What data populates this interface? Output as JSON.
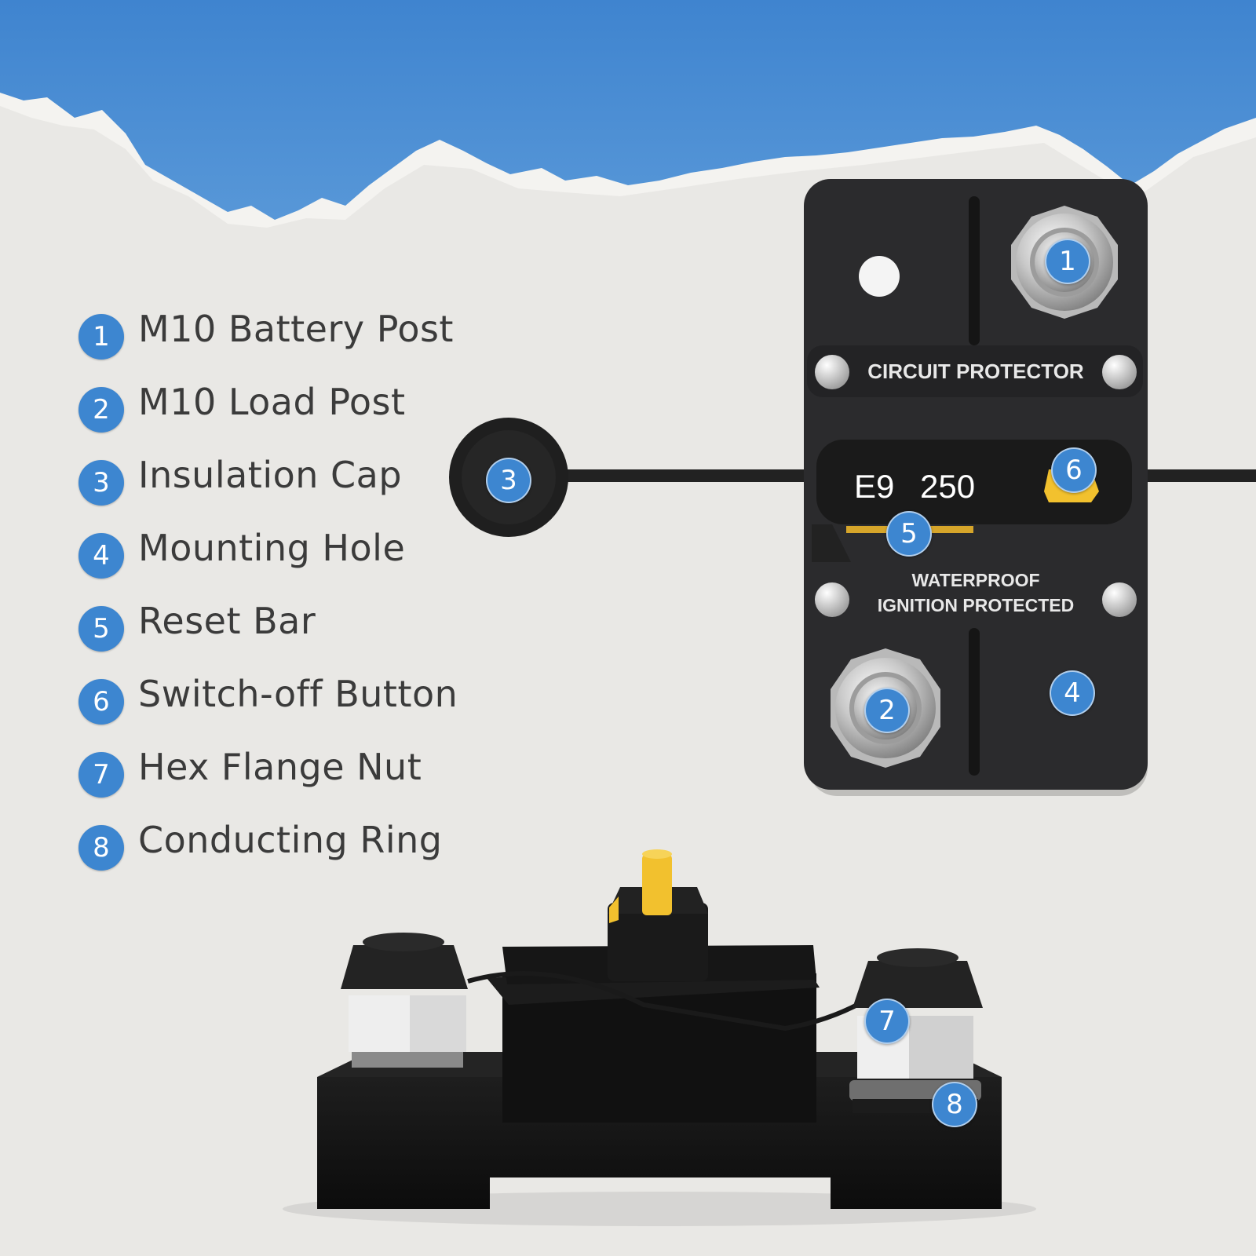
{
  "features": [
    {
      "number": "1",
      "label": "M10 Battery Post"
    },
    {
      "number": "2",
      "label": "M10 Load Post"
    },
    {
      "number": "3",
      "label": "Insulation Cap"
    },
    {
      "number": "4",
      "label": "Mounting Hole"
    },
    {
      "number": "5",
      "label": "Reset Bar"
    },
    {
      "number": "6",
      "label": "Switch-off Button"
    },
    {
      "number": "7",
      "label": "Hex Flange Nut"
    },
    {
      "number": "8",
      "label": "Conducting Ring"
    }
  ],
  "device": {
    "title": "CIRCUIT PROTECTOR",
    "model": "E9",
    "rating": "250",
    "line1": "WATERPROOF",
    "line2": "IGNITION PROTECTED"
  },
  "colors": {
    "sky": "#4a8ad0",
    "paper": "#ecebe8",
    "badge": "#3d86d0",
    "device_body": "#2b2b2d",
    "accent_yellow": "#f2c12e",
    "label_text": "#3b3b3b"
  }
}
